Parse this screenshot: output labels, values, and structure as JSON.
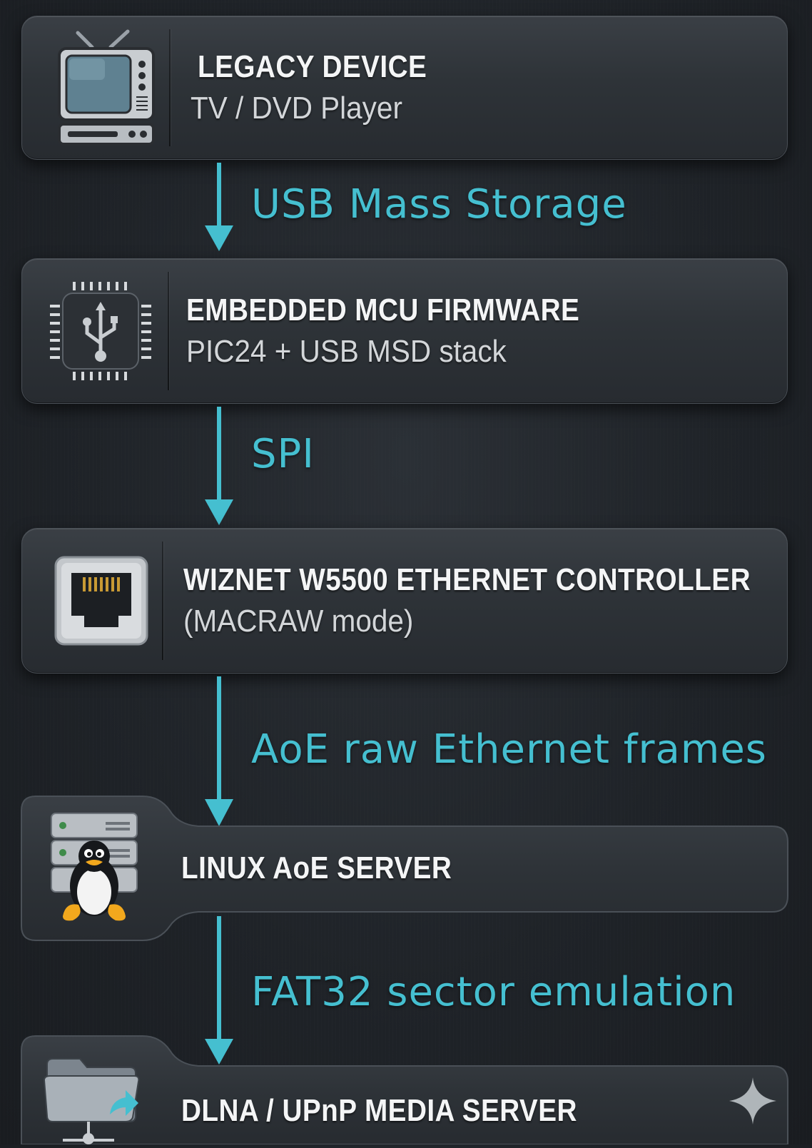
{
  "nodes": [
    {
      "id": "legacy-device",
      "title": "LEGACY DEVICE",
      "subtitle": "TV / DVD Player",
      "icon": "tv-icon"
    },
    {
      "id": "mcu-firmware",
      "title": "EMBEDDED MCU FIRMWARE",
      "subtitle": "PIC24 + USB MSD stack",
      "icon": "usb-chip-icon"
    },
    {
      "id": "ethernet-controller",
      "title": "WIZNET W5500 ETHERNET CONTROLLER",
      "subtitle": "(MACRAW mode)",
      "icon": "ethernet-port-icon"
    },
    {
      "id": "aoe-server",
      "title": "LINUX AoE SERVER",
      "subtitle": "",
      "icon": "linux-server-icon"
    },
    {
      "id": "media-server",
      "title": "DLNA / UPnP MEDIA SERVER",
      "subtitle": "",
      "icon": "network-folder-icon"
    }
  ],
  "edges": [
    {
      "label": "USB Mass Storage"
    },
    {
      "label": "SPI"
    },
    {
      "label": "AoE raw Ethernet frames"
    },
    {
      "label": "FAT32 sector emulation"
    }
  ],
  "colors": {
    "accent": "#45bfd0",
    "background": "#1f2328",
    "card": "#30353a",
    "title_text": "#f4f5f6"
  },
  "decorations": {
    "corner_icon": "sparkle-icon"
  }
}
